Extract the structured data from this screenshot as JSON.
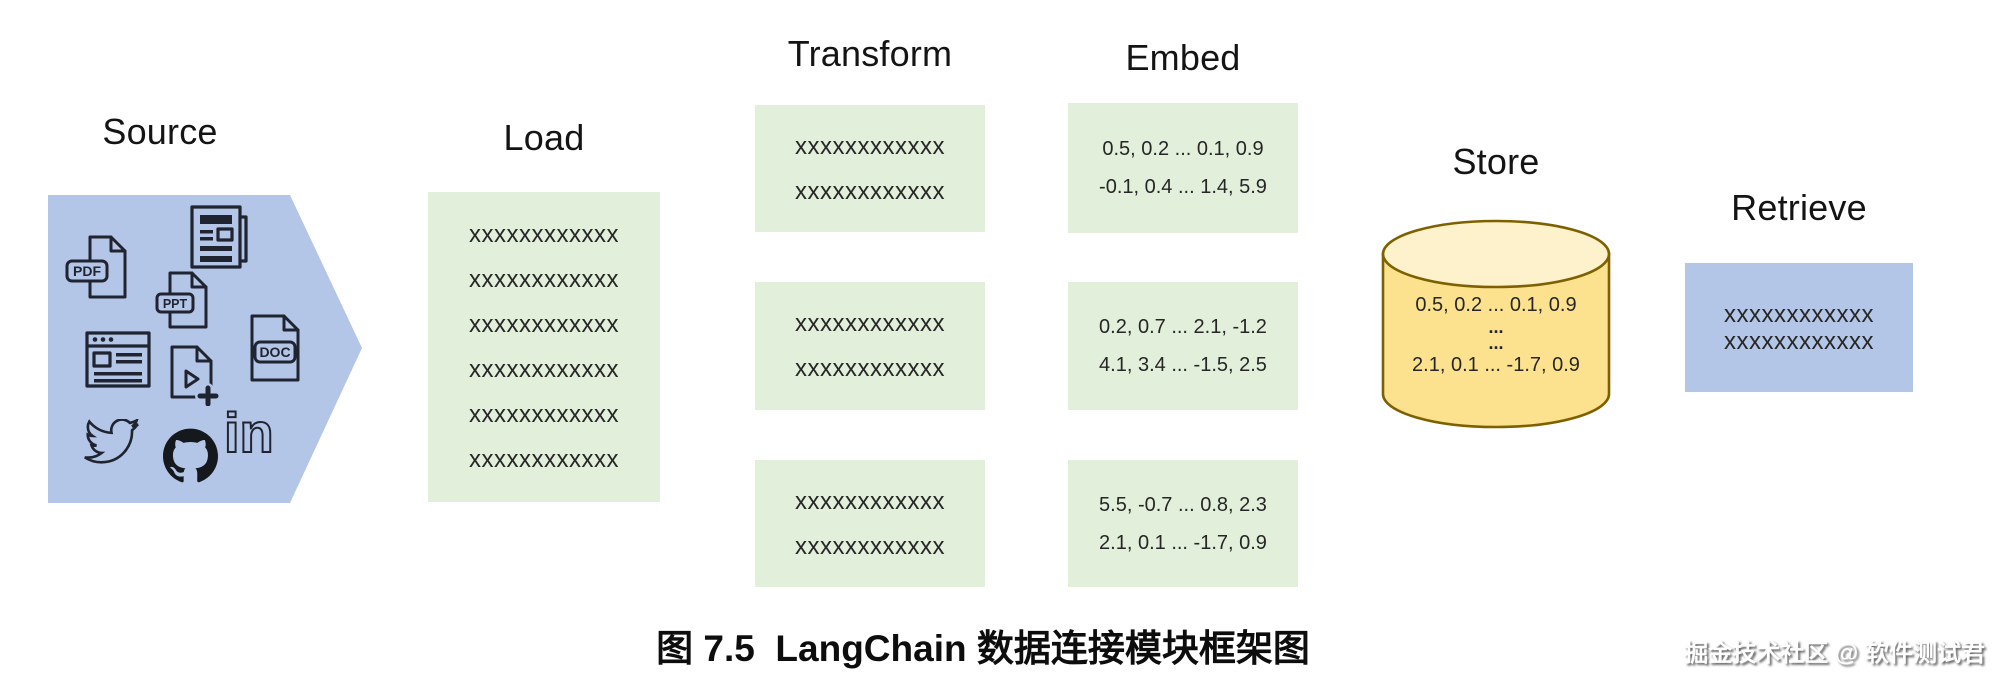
{
  "source": {
    "title": "Source",
    "badges": {
      "pdf": "PDF",
      "ppt": "PPT",
      "doc": "DOC"
    },
    "linkedin_text": "in",
    "icons": [
      "pdf-file",
      "news-article",
      "ppt-file",
      "web-browser",
      "video-file",
      "doc-file",
      "twitter-bird",
      "github-octocat",
      "linkedin-wordmark"
    ]
  },
  "load": {
    "title": "Load",
    "rows": [
      "xxxxxxxxxxxx",
      "xxxxxxxxxxxx",
      "xxxxxxxxxxxx",
      "xxxxxxxxxxxx",
      "xxxxxxxxxxxx",
      "xxxxxxxxxxxx"
    ]
  },
  "transform": {
    "title": "Transform",
    "boxes": [
      [
        "xxxxxxxxxxxx",
        "xxxxxxxxxxxx"
      ],
      [
        "xxxxxxxxxxxx",
        "xxxxxxxxxxxx"
      ],
      [
        "xxxxxxxxxxxx",
        "xxxxxxxxxxxx"
      ]
    ]
  },
  "embed": {
    "title": "Embed",
    "boxes": [
      [
        "0.5, 0.2 ... 0.1, 0.9",
        "-0.1, 0.4 ... 1.4, 5.9"
      ],
      [
        "0.2, 0.7 ... 2.1, -1.2",
        "4.1, 3.4 ... -1.5, 2.5"
      ],
      [
        "5.5, -0.7 ... 0.8, 2.3",
        "2.1, 0.1 ... -1.7, 0.9"
      ]
    ]
  },
  "store": {
    "title": "Store",
    "lines": [
      "0.5, 0.2 ... 0.1, 0.9",
      "...",
      "...",
      "2.1, 0.1 ... -1.7, 0.9"
    ]
  },
  "retrieve": {
    "title": "Retrieve",
    "rows": [
      "xxxxxxxxxxxx",
      "xxxxxxxxxxxx"
    ]
  },
  "caption": "图 7.5  LangChain 数据连接模块框架图",
  "watermark": "掘金技术社区 @ 软件测试君",
  "colors": {
    "source_fill": "#b4c6e7",
    "process_fill": "#e2efda",
    "store_body_fill": "#fce28e",
    "store_top_fill": "#fdf2cc",
    "store_stroke": "#7f6000",
    "retrieve_fill": "#b4c6e7",
    "icon_stroke": "#1f2430",
    "text": "#262626"
  }
}
